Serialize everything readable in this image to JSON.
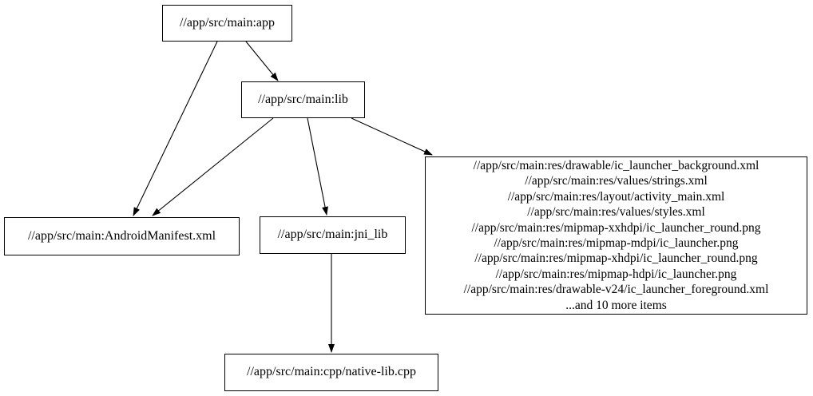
{
  "diagram": {
    "kind": "build-dependency-graph",
    "colors": {
      "background": "#ffffff",
      "node_fill": "#ffffff",
      "node_border": "#000000",
      "edge": "#000000",
      "text": "#000000"
    },
    "nodes": {
      "app": {
        "label": "//app/src/main:app"
      },
      "lib": {
        "label": "//app/src/main:lib"
      },
      "android_manifest": {
        "label": "//app/src/main:AndroidManifest.xml"
      },
      "jni_lib": {
        "label": "//app/src/main:jni_lib"
      },
      "native_lib_cpp": {
        "label": "//app/src/main:cpp/native-lib.cpp"
      },
      "res_files": {
        "lines": [
          "//app/src/main:res/drawable/ic_launcher_background.xml",
          "//app/src/main:res/values/strings.xml",
          "//app/src/main:res/layout/activity_main.xml",
          "//app/src/main:res/values/styles.xml",
          "//app/src/main:res/mipmap-xxhdpi/ic_launcher_round.png",
          "//app/src/main:res/mipmap-mdpi/ic_launcher.png",
          "//app/src/main:res/mipmap-xhdpi/ic_launcher_round.png",
          "//app/src/main:res/mipmap-hdpi/ic_launcher.png",
          "//app/src/main:res/drawable-v24/ic_launcher_foreground.xml",
          "...and 10 more items"
        ]
      }
    },
    "edges": [
      {
        "from": "app",
        "to": "lib"
      },
      {
        "from": "app",
        "to": "android_manifest"
      },
      {
        "from": "lib",
        "to": "android_manifest"
      },
      {
        "from": "lib",
        "to": "jni_lib"
      },
      {
        "from": "lib",
        "to": "res_files"
      },
      {
        "from": "jni_lib",
        "to": "native_lib_cpp"
      }
    ]
  }
}
